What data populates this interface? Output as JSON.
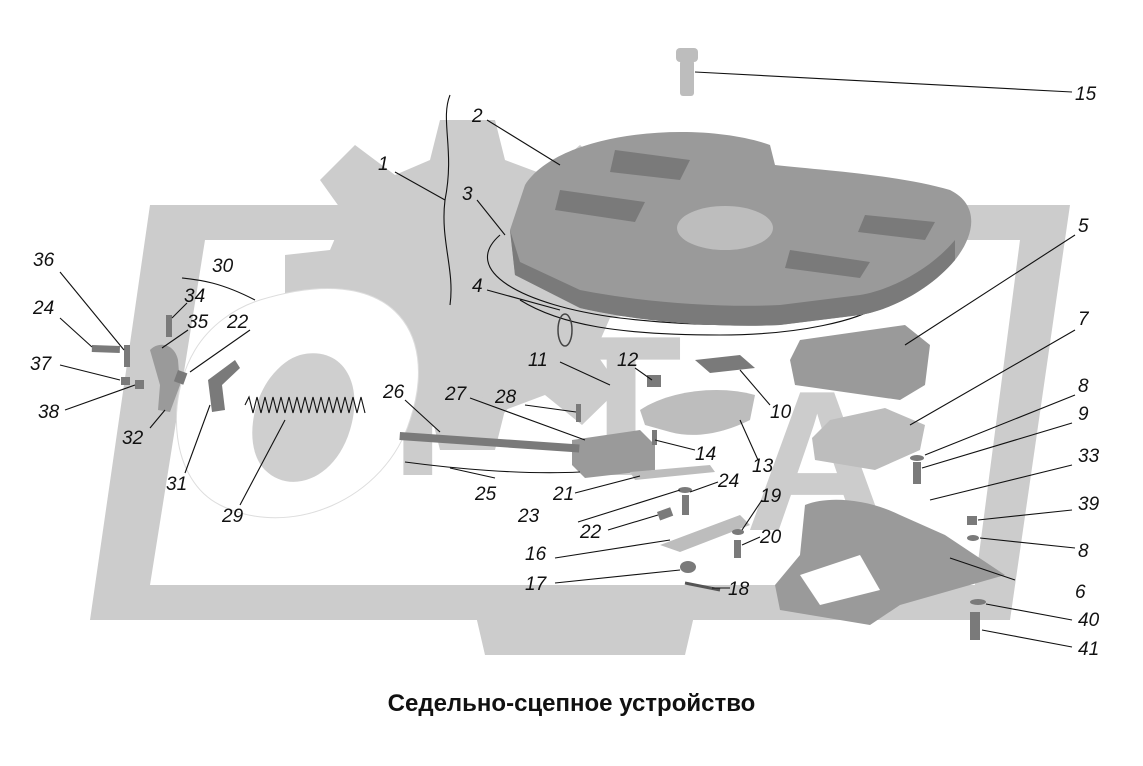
{
  "caption": "Седельно-сцепное устройство",
  "colors": {
    "watermark": "#cccccc",
    "part_dark": "#7a7a7a",
    "part_mid": "#9a9a9a",
    "part_light": "#bdbdbd",
    "ink": "#111111"
  },
  "callouts": [
    {
      "id": "c1",
      "label": "1"
    },
    {
      "id": "c2",
      "label": "2"
    },
    {
      "id": "c3",
      "label": "3"
    },
    {
      "id": "c4",
      "label": "4"
    },
    {
      "id": "c5",
      "label": "5"
    },
    {
      "id": "c6",
      "label": "6"
    },
    {
      "id": "c7",
      "label": "7"
    },
    {
      "id": "c8a",
      "label": "8"
    },
    {
      "id": "c8b",
      "label": "8"
    },
    {
      "id": "c9",
      "label": "9"
    },
    {
      "id": "c10",
      "label": "10"
    },
    {
      "id": "c11",
      "label": "11"
    },
    {
      "id": "c12",
      "label": "12"
    },
    {
      "id": "c13",
      "label": "13"
    },
    {
      "id": "c14",
      "label": "14"
    },
    {
      "id": "c15",
      "label": "15"
    },
    {
      "id": "c16",
      "label": "16"
    },
    {
      "id": "c17",
      "label": "17"
    },
    {
      "id": "c18",
      "label": "18"
    },
    {
      "id": "c19",
      "label": "19"
    },
    {
      "id": "c20",
      "label": "20"
    },
    {
      "id": "c21",
      "label": "21"
    },
    {
      "id": "c22a",
      "label": "22"
    },
    {
      "id": "c22b",
      "label": "22"
    },
    {
      "id": "c23",
      "label": "23"
    },
    {
      "id": "c24a",
      "label": "24"
    },
    {
      "id": "c24b",
      "label": "24"
    },
    {
      "id": "c25",
      "label": "25"
    },
    {
      "id": "c26",
      "label": "26"
    },
    {
      "id": "c27",
      "label": "27"
    },
    {
      "id": "c28",
      "label": "28"
    },
    {
      "id": "c29",
      "label": "29"
    },
    {
      "id": "c30",
      "label": "30"
    },
    {
      "id": "c31",
      "label": "31"
    },
    {
      "id": "c32",
      "label": "32"
    },
    {
      "id": "c33",
      "label": "33"
    },
    {
      "id": "c34",
      "label": "34"
    },
    {
      "id": "c35",
      "label": "35"
    },
    {
      "id": "c36",
      "label": "36"
    },
    {
      "id": "c37",
      "label": "37"
    },
    {
      "id": "c38",
      "label": "38"
    },
    {
      "id": "c39",
      "label": "39"
    },
    {
      "id": "c40",
      "label": "40"
    },
    {
      "id": "c41",
      "label": "41"
    }
  ]
}
